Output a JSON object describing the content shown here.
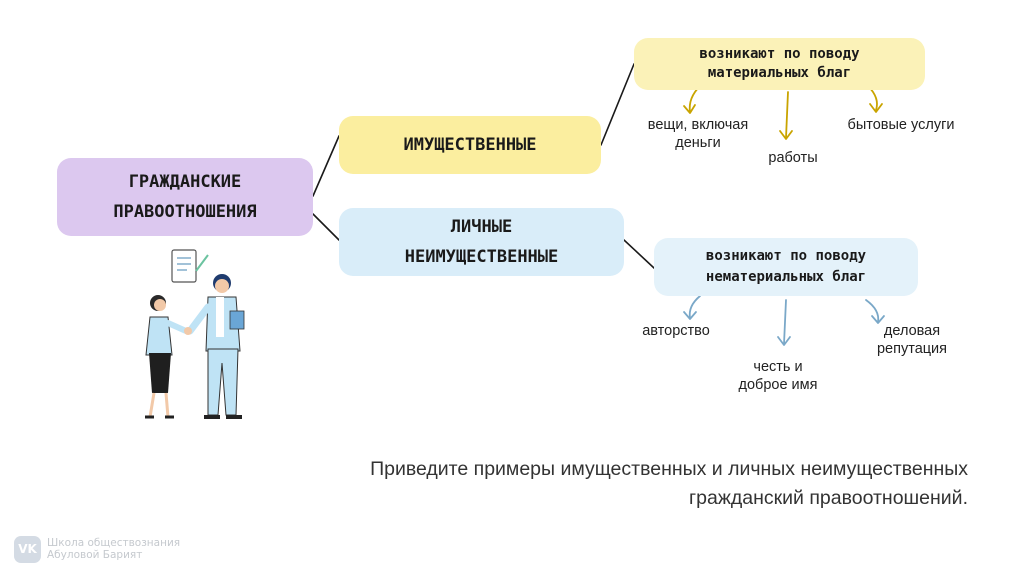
{
  "diagram": {
    "root": {
      "line1": "ГРАЖДАНСКИЕ",
      "line2": "ПРАВООТНОШЕНИЯ"
    },
    "property": {
      "label": "ИМУЩЕСТВЕННЫЕ"
    },
    "personal": {
      "line1": "ЛИЧНЫЕ",
      "line2": "НЕИМУЩЕСТВЕННЫЕ"
    },
    "material": {
      "line1": "возникают по поводу",
      "line2": "материальных благ"
    },
    "nonmaterial": {
      "line1": "возникают по поводу",
      "line2": "нематериальных благ"
    },
    "material_examples": {
      "things_line1": "вещи, включая",
      "things_line2": "деньги",
      "works": "работы",
      "services": "бытовые услуги"
    },
    "nonmaterial_examples": {
      "authorship": "авторство",
      "honor_line1": "честь и",
      "honor_line2": "доброе имя",
      "reputation_line1": "деловая",
      "reputation_line2": "репутация"
    },
    "colors": {
      "root": "#dcc8ef",
      "property": "#fbee9f",
      "personal": "#d9edf9",
      "material": "#fbf2b8",
      "nonmaterial": "#e4f2fa",
      "arrow_material": "#c9a400",
      "arrow_nonmaterial": "#7aa8c8"
    }
  },
  "question": {
    "line1": "Приведите примеры имущественных и личных неимущественных",
    "line2": "гражданский правоотношений."
  },
  "watermark": {
    "icon": "vk-logo-icon",
    "line1": "Школа обществознания",
    "line2": "Абуловой Барият"
  },
  "illustration": {
    "icon": "handshake-business-people-icon"
  }
}
